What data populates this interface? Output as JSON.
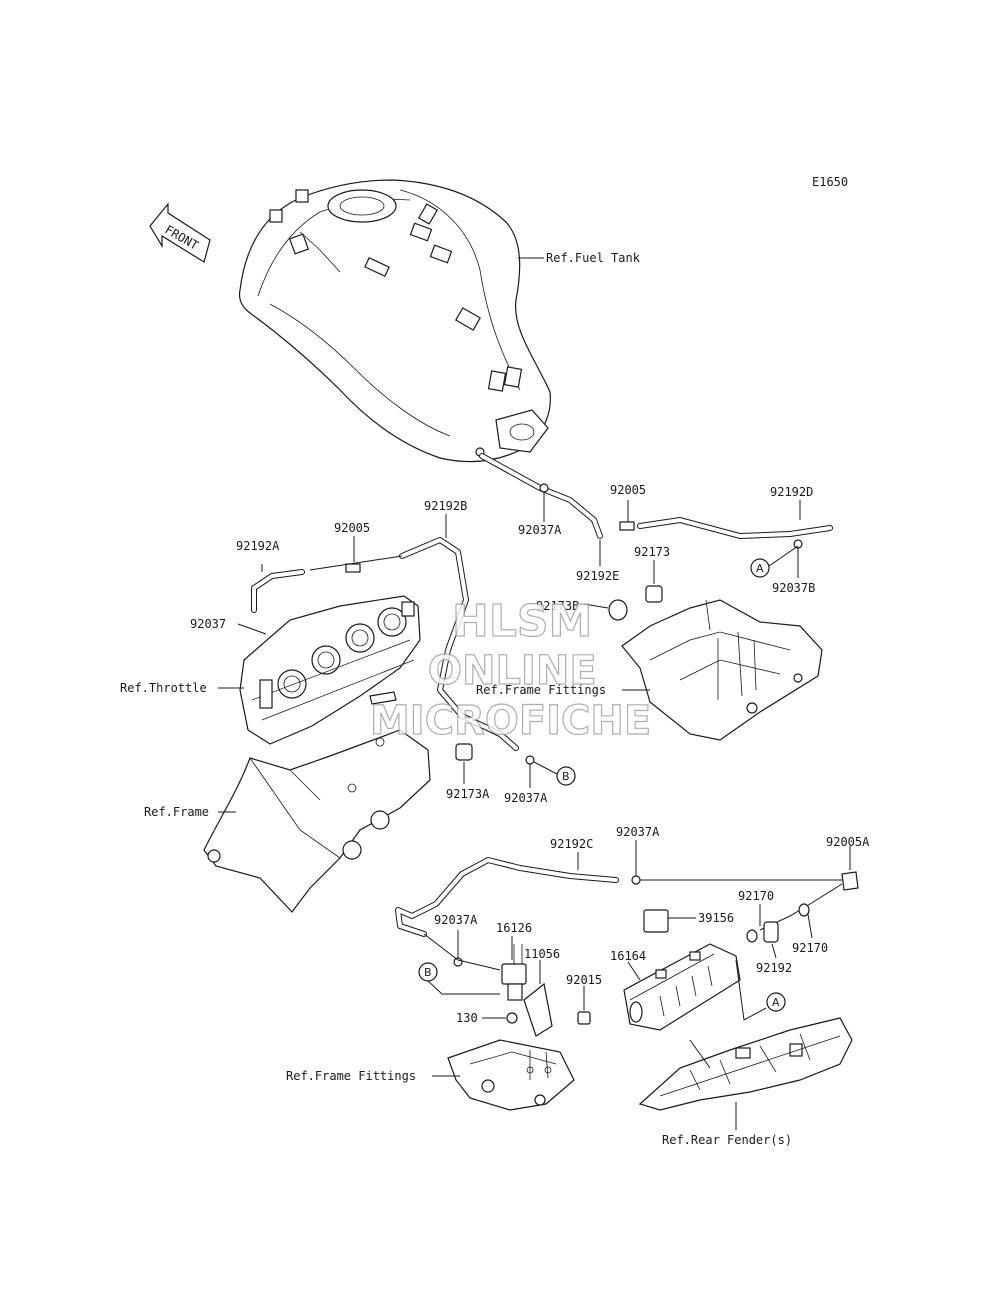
{
  "diagram_code": "E1650",
  "front_label": "FRONT",
  "watermark": {
    "line1": "HLSM",
    "line2": "ONLINE",
    "line3": "MICROFICHE"
  },
  "refs": {
    "fuel_tank": "Ref.Fuel Tank",
    "throttle": "Ref.Throttle",
    "frame": "Ref.Frame",
    "frame_fittings_upper": "Ref.Frame Fittings",
    "frame_fittings_lower": "Ref.Frame Fittings",
    "rear_fender": "Ref.Rear Fender(s)"
  },
  "parts": {
    "p92037A_top": "92037A",
    "p92005_top": "92005",
    "p92192D": "92192D",
    "p92192B": "92192B",
    "p92005_mid": "92005",
    "p92192A": "92192A",
    "p92192E": "92192E",
    "p92173": "92173",
    "p92037B": "92037B",
    "p92037": "92037",
    "p92173B": "92173B",
    "p92173A": "92173A",
    "p92037A_mid": "92037A",
    "p92192C": "92192C",
    "p92037A_low": "92037A",
    "p92005A": "92005A",
    "p92170_a": "92170",
    "p39156": "39156",
    "p92037A_left": "92037A",
    "p16126": "16126",
    "p11056": "11056",
    "p16164": "16164",
    "p92170_b": "92170",
    "p92192": "92192",
    "p92015": "92015",
    "p130": "130"
  },
  "connectors": {
    "a_top": "A",
    "b_mid": "B",
    "b_low": "B",
    "a_low": "A"
  }
}
